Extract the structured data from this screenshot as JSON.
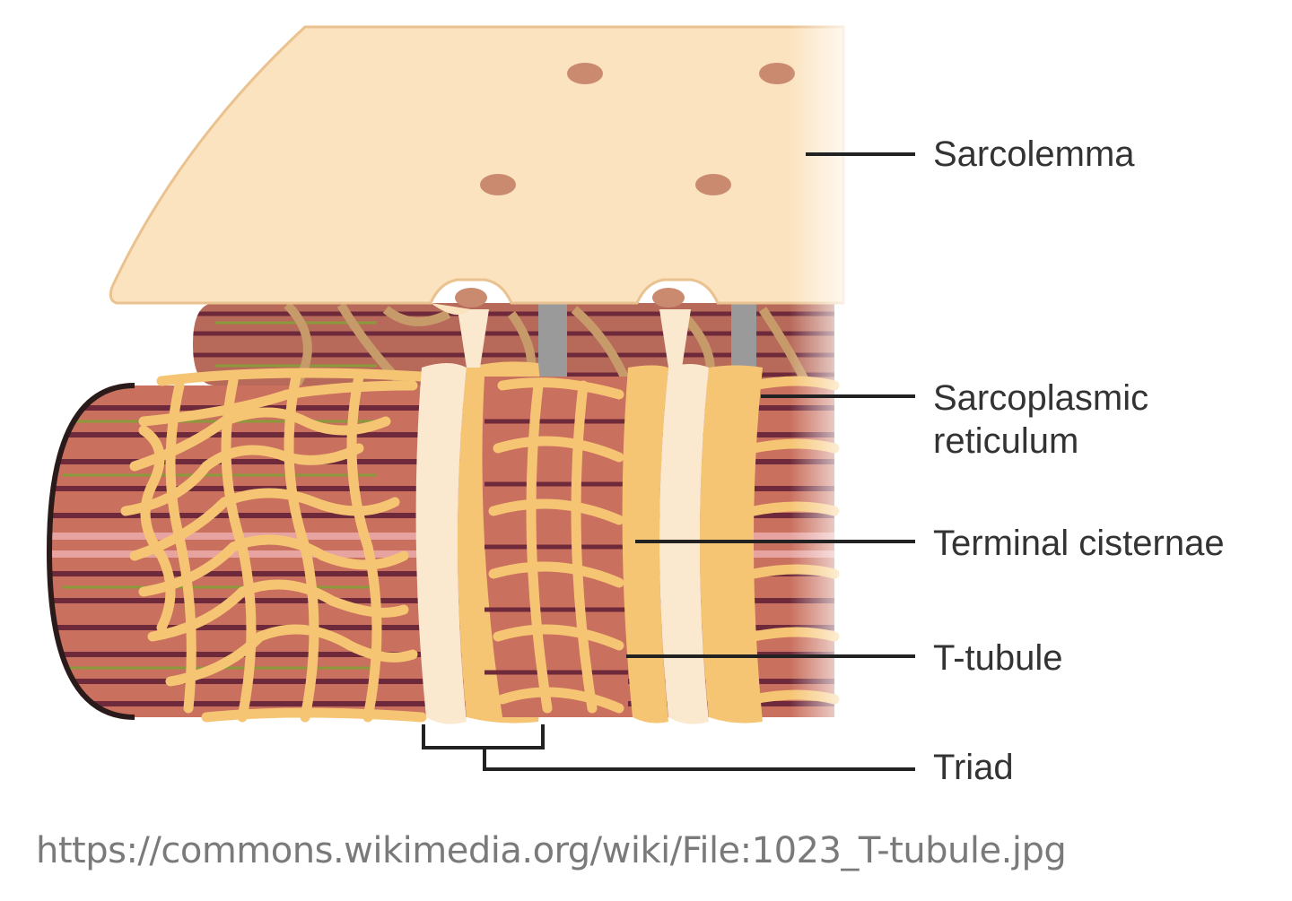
{
  "labels": {
    "sarcolemma": "Sarcolemma",
    "sarcoplasmic_line1": "Sarcoplasmic",
    "sarcoplasmic_line2": "reticulum",
    "terminal_cisternae": "Terminal cisternae",
    "t_tubule": "T-tubule",
    "triad": "Triad"
  },
  "source": {
    "url": "https://commons.wikimedia.org/wiki/File:1023_T-tubule.jpg"
  },
  "colors": {
    "sarcolemma": "#fbe3c0",
    "reticulum": "#f6c574",
    "myofibril": "#c9705e",
    "myofibril_dark": "#6e2a3a",
    "leader_line": "#222222"
  }
}
